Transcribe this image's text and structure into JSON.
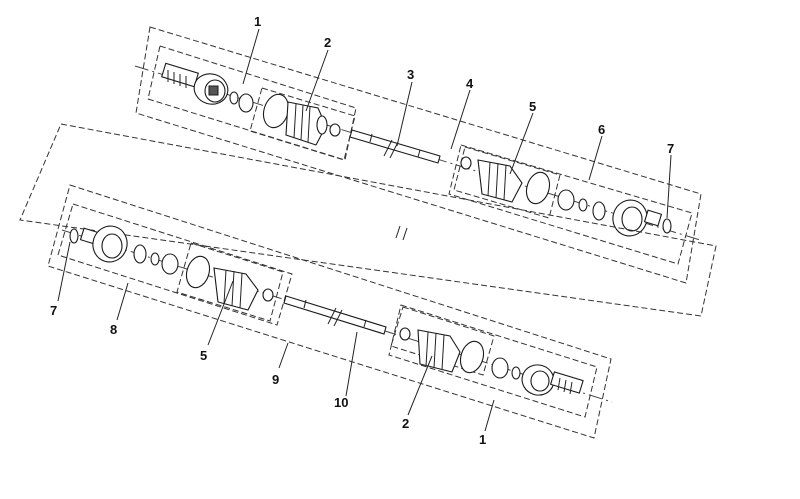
{
  "callouts": {
    "top_1": "1",
    "top_2": "2",
    "top_3": "3",
    "top_4": "4",
    "top_5": "5",
    "top_6": "6",
    "top_7": "7",
    "bot_7": "7",
    "bot_8": "8",
    "bot_5": "5",
    "bot_9": "9",
    "bot_10": "10",
    "bot_2": "2",
    "bot_1": "1"
  }
}
